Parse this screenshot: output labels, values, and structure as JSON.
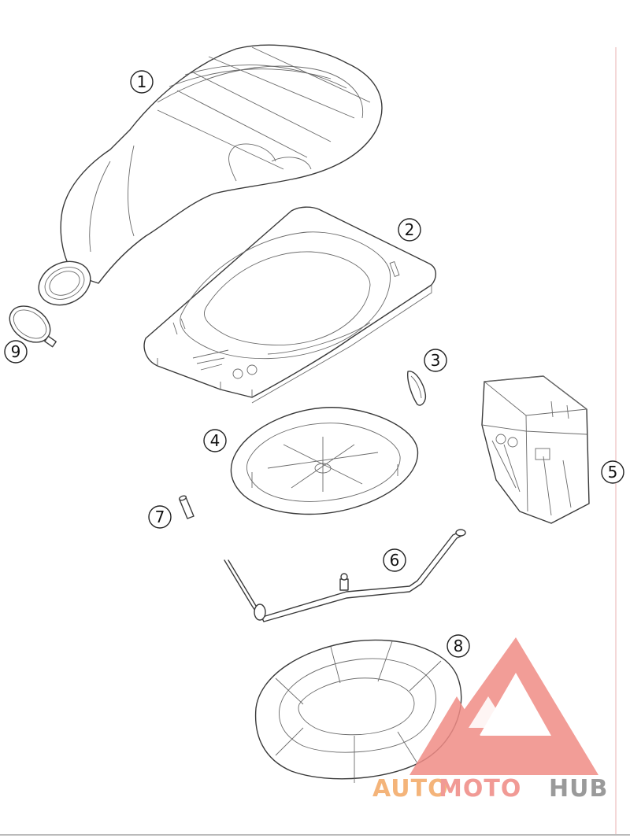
{
  "diagram": {
    "callouts": [
      "1",
      "2",
      "3",
      "4",
      "5",
      "6",
      "7",
      "8",
      "9"
    ]
  },
  "watermark": {
    "text_part1": "AUTO",
    "text_part2": "MOTO",
    "text_part3": "HUB",
    "colors": {
      "part1": "#f4b47a",
      "part2": "#f19a95",
      "part3": "#9a9a9a",
      "logo": "#f08c86"
    }
  }
}
